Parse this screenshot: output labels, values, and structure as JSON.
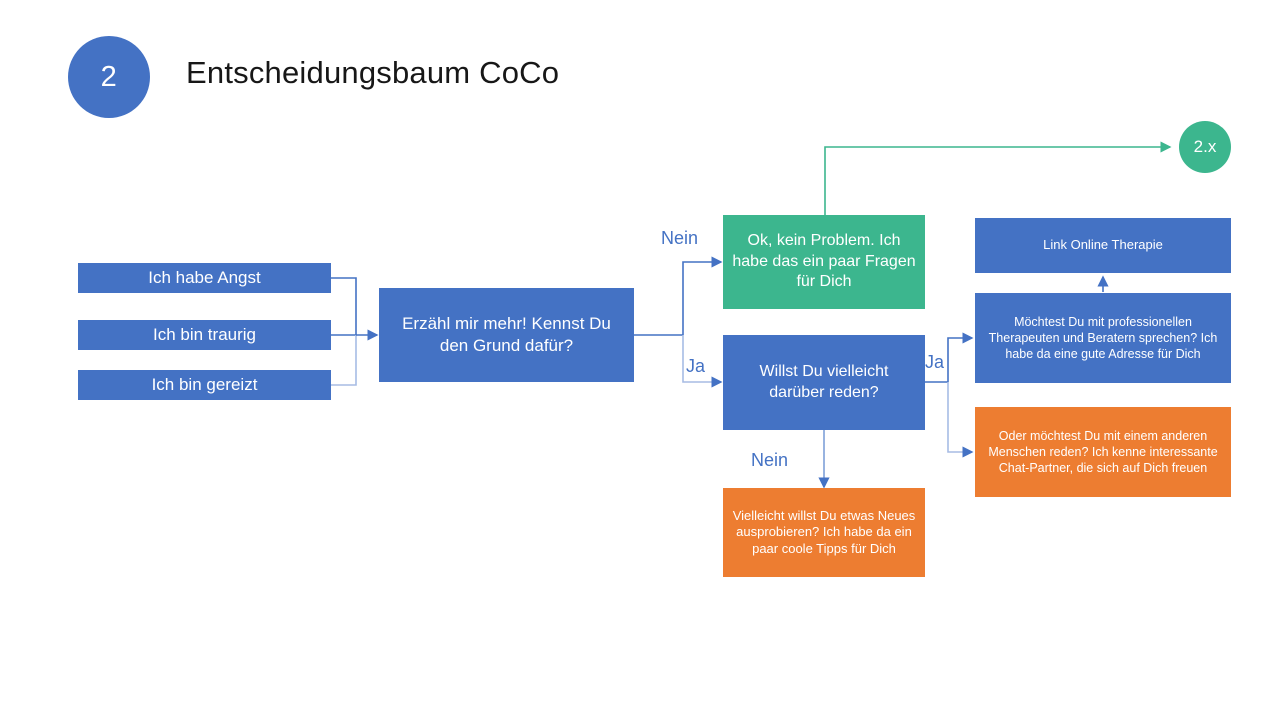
{
  "header": {
    "badge_number": "2",
    "title": "Entscheidungsbaum CoCo"
  },
  "colors": {
    "blue": "#4472C4",
    "green": "#3CB68E",
    "orange": "#ED7D31",
    "text_dark": "#171717",
    "white": "#FFFFFF"
  },
  "nodes": {
    "input_fear": "Ich habe Angst",
    "input_sad": "Ich bin traurig",
    "input_irritated": "Ich bin gereizt",
    "question_reason": "Erzähl mir mehr! Kennst Du den Grund dafür?",
    "answer_no_problem": "Ok, kein Problem. Ich habe das ein paar Fragen für Dich",
    "question_talk": "Willst Du vielleicht darüber reden?",
    "link_online_therapy": "Link Online Therapie",
    "offer_therapist": "Möchtest Du mit professionellen Therapeuten und Beratern sprechen? Ich habe da eine gute Adresse für Dich",
    "offer_chat_partner": "Oder möchtest Du mit einem anderen Menschen reden? Ich kenne interessante Chat-Partner, die sich auf Dich freuen",
    "offer_new_tips": "Vielleicht willst Du etwas Neues ausprobieren? Ich habe da ein paar coole Tipps für Dich",
    "target_ref": "2.x"
  },
  "edge_labels": {
    "reason_no": "Nein",
    "reason_yes": "Ja",
    "talk_yes": "Ja",
    "talk_no": "Nein"
  }
}
